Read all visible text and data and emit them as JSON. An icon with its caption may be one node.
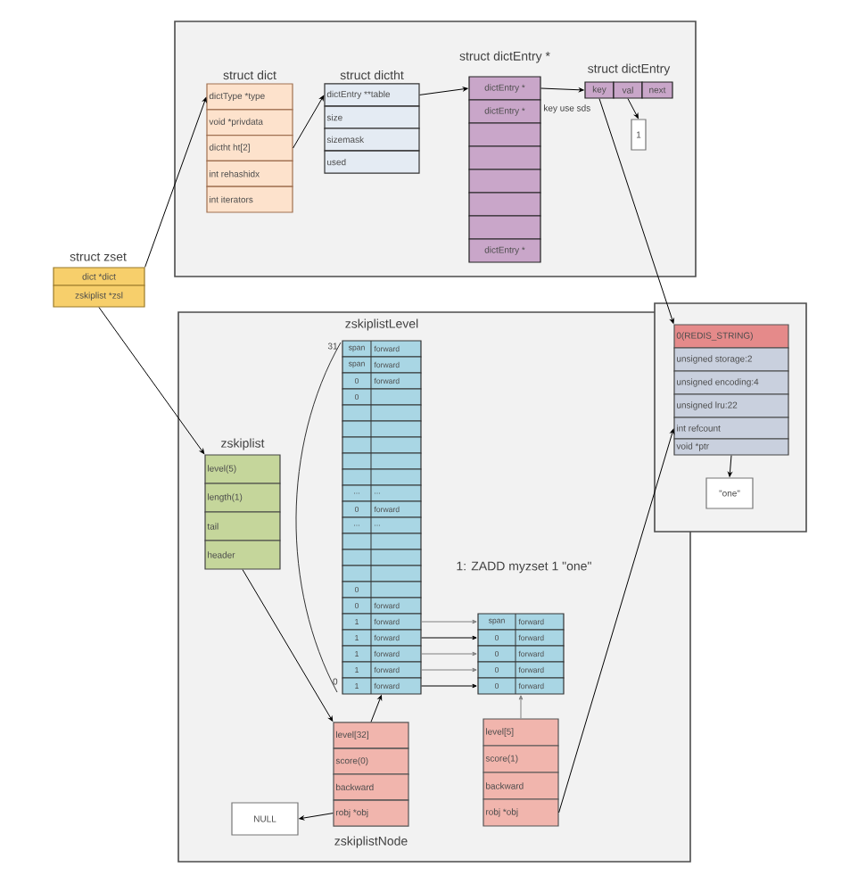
{
  "diagram": {
    "nodes": [
      {
        "text": [
          "dict *dict"
        ]
      },
      {
        "text": [
          "zskiplist *zsl"
        ]
      },
      {
        "text": [
          "dictType *type"
        ]
      },
      {
        "text": [
          "void *privdata"
        ]
      },
      {
        "text": [
          "dictht ht[2]"
        ]
      },
      {
        "text": [
          "int rehashidx"
        ]
      },
      {
        "text": [
          "int iterators"
        ]
      },
      {
        "text": [
          "dictEntry **table"
        ]
      },
      {
        "text": [
          "size"
        ]
      },
      {
        "text": [
          "sizemask"
        ]
      },
      {
        "text": [
          "used"
        ]
      },
      {
        "text": [
          "dictEntry *"
        ]
      },
      {
        "text": [
          "dictEntry *"
        ]
      },
      {
        "text": [],
        "shape": "box"
      },
      {
        "text": [],
        "shape": "box"
      },
      {
        "text": [],
        "shape": "box"
      },
      {
        "text": [],
        "shape": "box"
      },
      {
        "text": [],
        "shape": "box"
      },
      {
        "text": [
          "dictEntry *"
        ]
      },
      {
        "text": [
          "key"
        ]
      },
      {
        "text": [
          "val"
        ]
      },
      {
        "text": [
          "next"
        ]
      },
      {
        "text": [
          "1"
        ]
      },
      {
        "text": [
          "0(REDIS_STRING)"
        ]
      },
      {
        "text": [
          "unsigned storage:2"
        ]
      },
      {
        "text": [
          "unsigned encoding:4"
        ]
      },
      {
        "text": [
          "unsigned lru:22"
        ]
      },
      {
        "text": [
          "int refcount"
        ]
      },
      {
        "text": [
          "void *ptr"
        ]
      },
      {
        "text": [
          "\"one\""
        ]
      },
      {
        "text": [
          "level(5)"
        ]
      },
      {
        "text": [
          "length(1)"
        ]
      },
      {
        "text": [
          "tail"
        ]
      },
      {
        "text": [
          "header"
        ]
      },
      {
        "text": [
          "span",
          "forward"
        ]
      },
      {
        "text": [
          "span",
          "forward"
        ]
      },
      {
        "text": [
          "0",
          "forward"
        ]
      },
      {
        "text": [
          "0"
        ]
      },
      {
        "text": [],
        "shape": "box"
      },
      {
        "text": [],
        "shape": "box"
      },
      {
        "text": [],
        "shape": "box"
      },
      {
        "text": [],
        "shape": "box"
      },
      {
        "text": [],
        "shape": "box"
      },
      {
        "text": [
          "...",
          "..."
        ]
      },
      {
        "text": [
          "0",
          "forward"
        ]
      },
      {
        "text": [
          "...",
          "..."
        ]
      },
      {
        "text": [],
        "shape": "box"
      },
      {
        "text": [],
        "shape": "box"
      },
      {
        "text": [],
        "shape": "box"
      },
      {
        "text": [
          "0"
        ]
      },
      {
        "text": [
          "0",
          "forward"
        ]
      },
      {
        "text": [
          "1",
          "forward"
        ]
      },
      {
        "text": [
          "1",
          "forward"
        ]
      },
      {
        "text": [
          "1",
          "forward"
        ]
      },
      {
        "text": [
          "1",
          "forward"
        ]
      },
      {
        "text": [
          "1",
          "forward"
        ]
      },
      {
        "text": [
          "level[32]"
        ]
      },
      {
        "text": [
          "score(0)"
        ]
      },
      {
        "text": [
          "backward"
        ]
      },
      {
        "text": [
          "robj *obj"
        ]
      },
      {
        "text": [
          "NULL"
        ]
      },
      {
        "text": [
          "span",
          "forward"
        ]
      },
      {
        "text": [
          "0",
          "forward"
        ]
      },
      {
        "text": [
          "0",
          "forward"
        ]
      },
      {
        "text": [
          "0",
          "forward"
        ]
      },
      {
        "text": [
          "0",
          "forward"
        ]
      },
      {
        "text": [
          "level[5]"
        ]
      },
      {
        "text": [
          "score(1)"
        ]
      },
      {
        "text": [
          "backward"
        ]
      },
      {
        "text": [
          "robj *obj"
        ]
      }
    ],
    "edges": [
      {
        "from": 0,
        "to": 2,
        "arrow": "to"
      },
      {
        "from": 4,
        "to": 7,
        "arrow": "to"
      },
      {
        "from": 7,
        "to": 11,
        "arrow": "to"
      },
      {
        "from": 11,
        "to": 19,
        "arrow": "to"
      },
      {
        "from": 20,
        "to": 22,
        "arrow": "to"
      },
      {
        "from": 19,
        "to": 23,
        "arrow": "to"
      },
      {
        "from": 28,
        "to": 29,
        "arrow": "to"
      },
      {
        "from": 1,
        "to": 30,
        "arrow": "to"
      },
      {
        "from": 33,
        "to": 56,
        "arrow": "to"
      },
      {
        "from": 56,
        "to": 55,
        "arrow": "to"
      },
      {
        "from": 59,
        "to": 60,
        "arrow": "to"
      },
      {
        "from": 51,
        "to": 61,
        "arrow": "to",
        "color": "#808080"
      },
      {
        "from": 52,
        "to": 62,
        "arrow": "to"
      },
      {
        "from": 53,
        "to": 63,
        "arrow": "to",
        "color": "#808080"
      },
      {
        "from": 54,
        "to": 64,
        "arrow": "to",
        "color": "#808080"
      },
      {
        "from": 55,
        "to": 65,
        "arrow": "to"
      },
      {
        "from": 66,
        "to": 65,
        "arrow": "to",
        "color": "#808080"
      },
      {
        "from": 69,
        "to": 27,
        "arrow": "to"
      }
    ],
    "labels": [
      "struct dict",
      "struct dictht",
      "struct dictEntry *",
      "struct dictEntry",
      "key use sds",
      "struct zset",
      "zskiplistLevel",
      "31",
      "zskiplist",
      "1: ZADD myzset 1 \"one\"",
      "0",
      "zskiplistNode"
    ]
  }
}
